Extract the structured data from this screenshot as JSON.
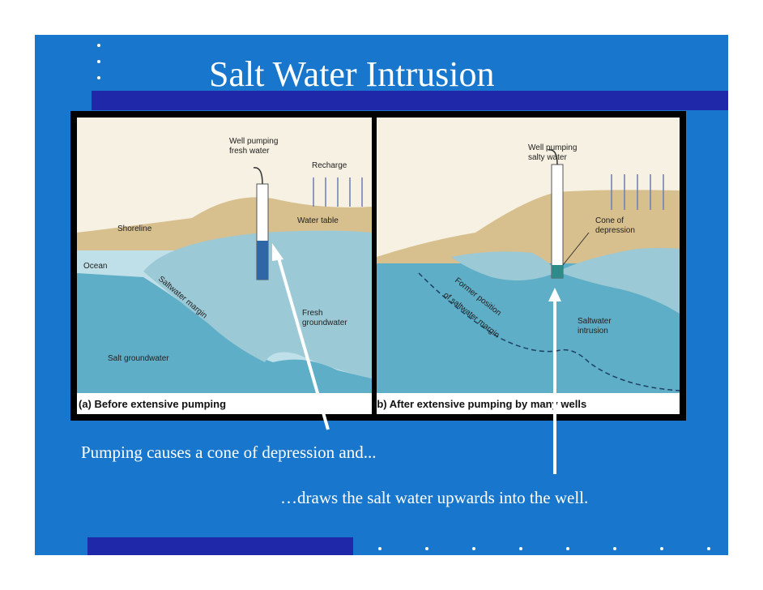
{
  "slide": {
    "title": "Salt Water Intrusion",
    "colors": {
      "background": "#1877cc",
      "accent_bar": "#1f28a8",
      "text": "#ffffff"
    }
  },
  "figure": {
    "panel_a": {
      "caption": "(a) Before extensive pumping",
      "labels": {
        "well": [
          "Well pumping",
          "fresh water"
        ],
        "recharge": "Recharge",
        "water_table": "Water table",
        "shoreline": "Shoreline",
        "ocean": "Ocean",
        "saltwater_margin": "Saltwater margin",
        "fresh_groundwater": [
          "Fresh",
          "groundwater"
        ],
        "salt_groundwater": "Salt groundwater"
      }
    },
    "panel_b": {
      "caption": "(b) After extensive pumping by many wells",
      "labels": {
        "well": [
          "Well pumping",
          "salty water"
        ],
        "cone": [
          "Cone of",
          "depression"
        ],
        "former_position": [
          "Former position",
          "of saltwater margin"
        ],
        "intrusion": [
          "Saltwater",
          "intrusion"
        ]
      }
    },
    "colors": {
      "sky": "#f6f1e2",
      "land": "#d7bf8e",
      "fresh_water": "#9cc9d6",
      "salt_water": "#5faec7",
      "well_water": "#2f66a6"
    }
  },
  "captions": {
    "line1": "Pumping causes a cone of depression and...",
    "line2": "…draws the salt water upwards into the well."
  }
}
